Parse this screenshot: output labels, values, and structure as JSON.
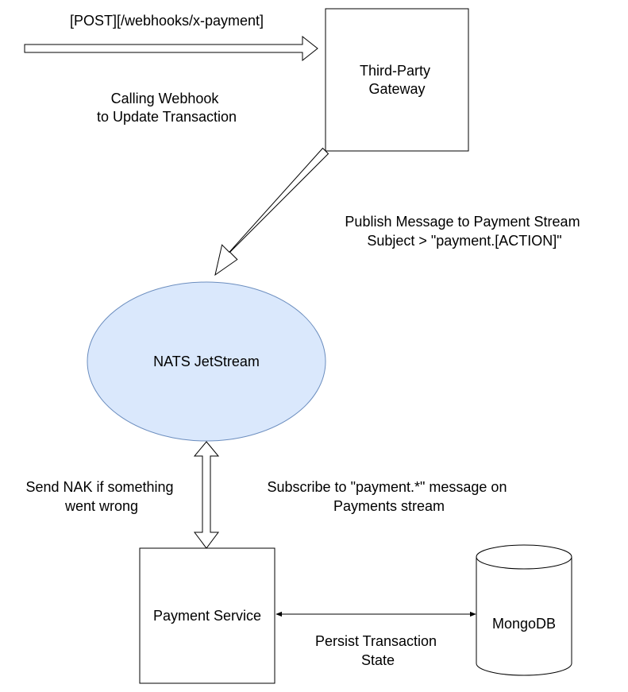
{
  "nodes": {
    "gateway": {
      "lines": [
        "Third-Party",
        "Gateway"
      ]
    },
    "nats": {
      "label": "NATS JetStream",
      "fill": "#dae8fc",
      "stroke": "#6c8ebf"
    },
    "payment_service": {
      "label": "Payment Service"
    },
    "mongodb": {
      "label": "MongoDB"
    }
  },
  "edge_labels": {
    "incoming_request": "[POST][/webhooks/x-payment]",
    "calling_webhook": [
      "Calling Webhook",
      "to Update Transaction"
    ],
    "publish": [
      "Publish Message to Payment Stream",
      "Subject > \"payment.[ACTION]\""
    ],
    "send_nak": [
      "Send NAK if something",
      "went wrong"
    ],
    "subscribe": [
      "Subscribe to \"payment.*\" message on",
      "Payments stream"
    ],
    "persist": [
      "Persist Transaction",
      "State"
    ]
  },
  "colors": {
    "stroke": "#000000",
    "background": "#ffffff"
  }
}
